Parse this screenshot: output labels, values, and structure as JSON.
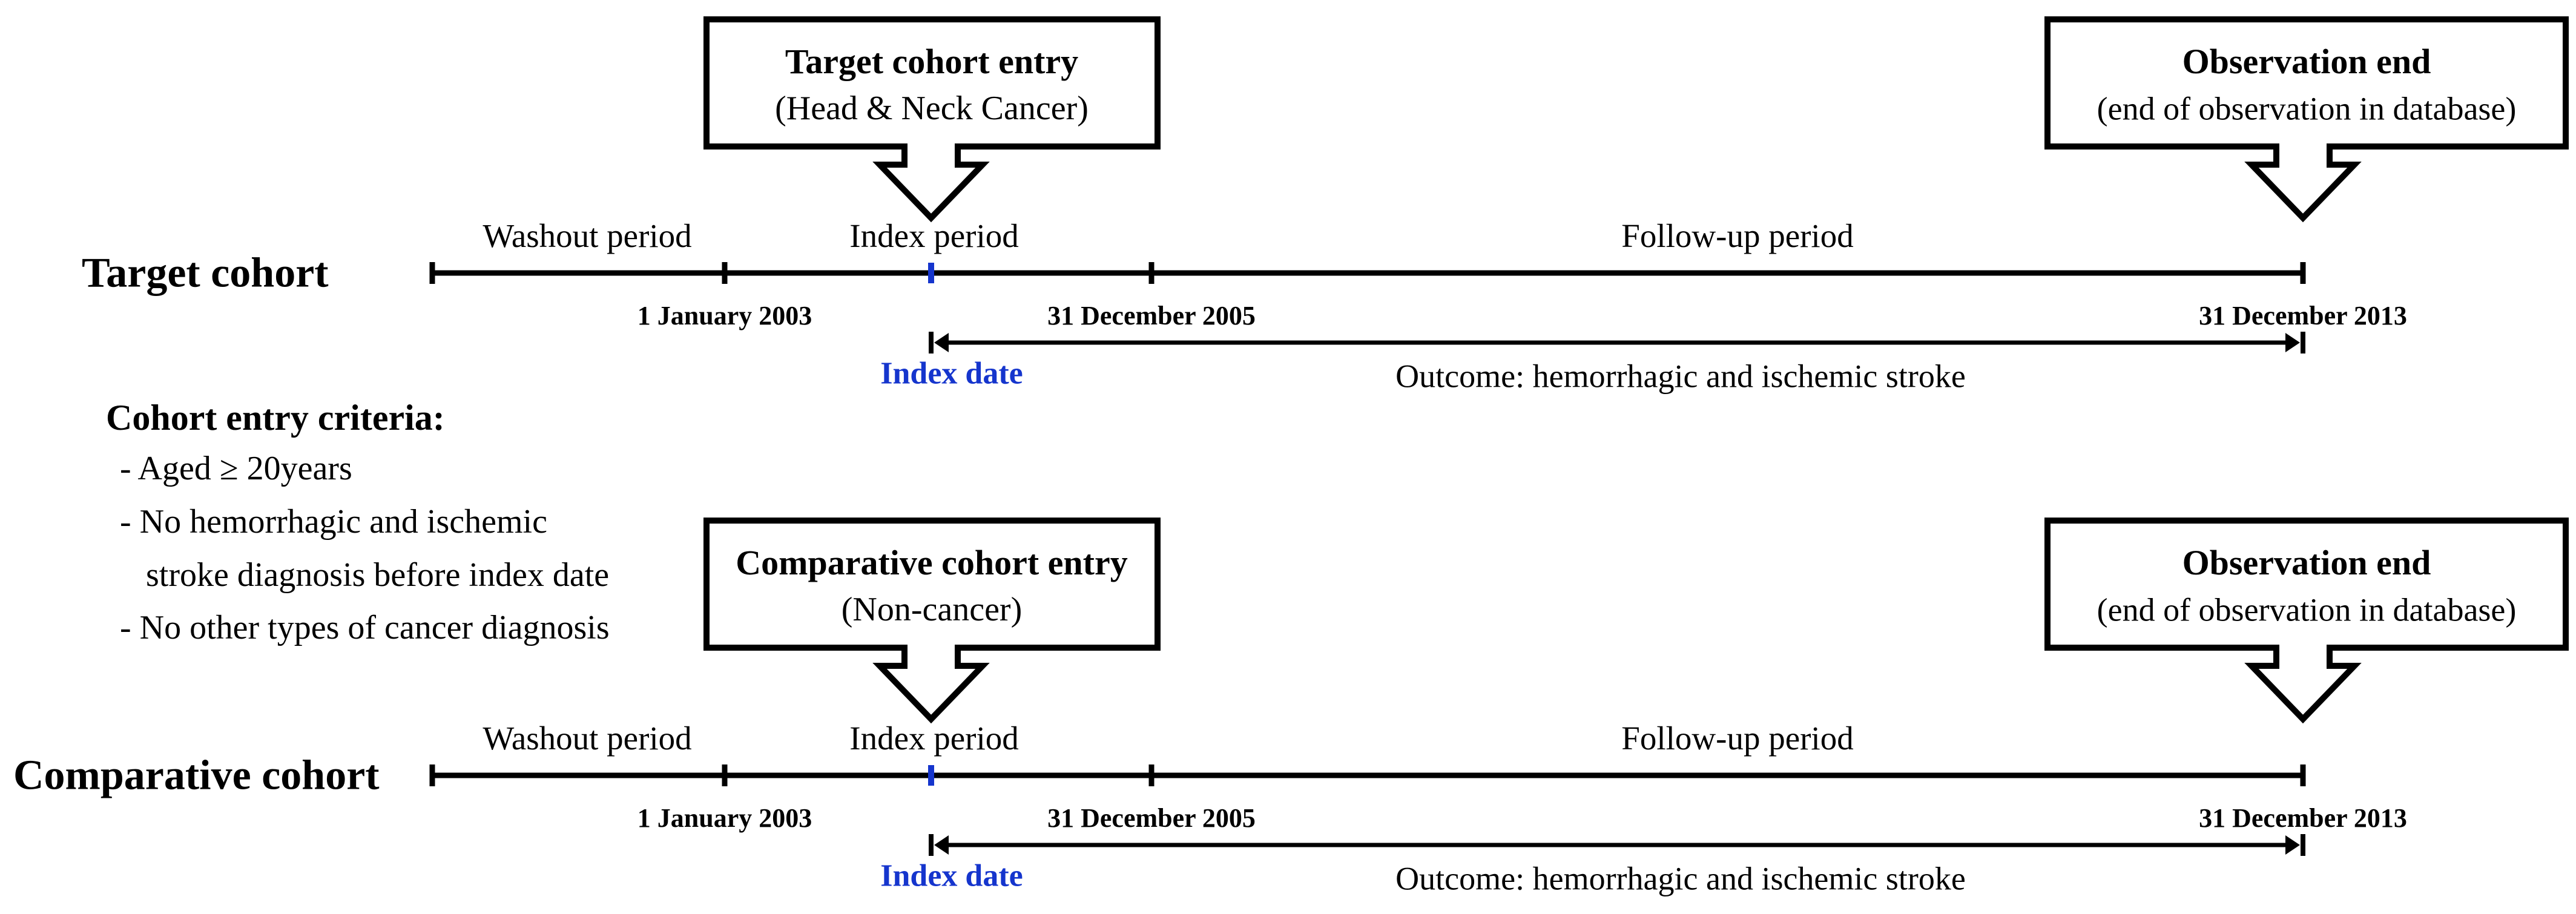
{
  "diagram": {
    "colors": {
      "index_blue": "#1535cd",
      "line_black": "#000000"
    },
    "criteria": {
      "title": "Cohort entry criteria:",
      "lines": [
        {
          "text": "- Aged ≥ 20years"
        },
        {
          "text": "- No hemorrhagic and ischemic"
        },
        {
          "text": "stroke diagnosis before index date"
        },
        {
          "text": "- No other types of cancer diagnosis"
        }
      ]
    },
    "target": {
      "row_label": "Target cohort",
      "entry_box": {
        "title": "Target cohort entry",
        "subtitle": "(Head & Neck Cancer)"
      },
      "end_box": {
        "title": "Observation end",
        "subtitle": "(end of observation in database)"
      },
      "periods": [
        {
          "label": "Washout period"
        },
        {
          "label": "Index period"
        },
        {
          "label": "Follow-up period"
        }
      ],
      "dates": [
        {
          "label": "1 January 2003"
        },
        {
          "label": "31 December 2005"
        },
        {
          "label": "31 December 2013"
        }
      ],
      "index_date": "Index date",
      "outcome": "Outcome: hemorrhagic and ischemic stroke"
    },
    "comparative": {
      "row_label": "Comparative cohort",
      "entry_box": {
        "title": "Comparative cohort entry",
        "subtitle": "(Non-cancer)"
      },
      "end_box": {
        "title": "Observation end",
        "subtitle": "(end of observation in database)"
      },
      "periods": [
        {
          "label": "Washout period"
        },
        {
          "label": "Index period"
        },
        {
          "label": "Follow-up period"
        }
      ],
      "dates": [
        {
          "label": "1 January 2003"
        },
        {
          "label": "31 December 2005"
        },
        {
          "label": "31 December 2013"
        }
      ],
      "index_date": "Index date",
      "outcome": "Outcome: hemorrhagic and ischemic stroke"
    }
  }
}
